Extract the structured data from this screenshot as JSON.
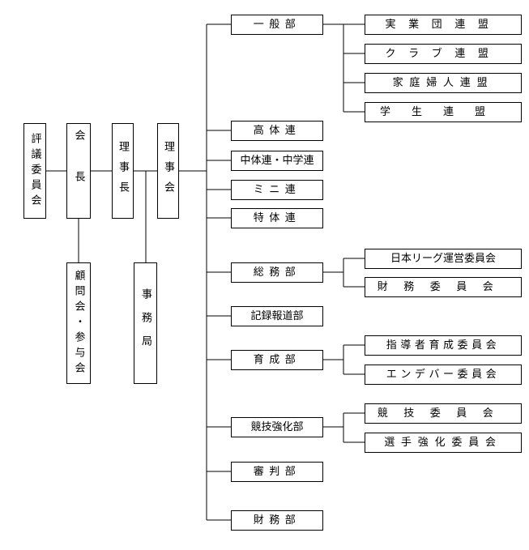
{
  "chart": {
    "hyogi": "評議委員会",
    "kaicho": "会長",
    "komon": "顧問会・参与会",
    "richo": "理事長",
    "jimu": "事務局",
    "rijikai": "理事会",
    "ippan": "一般部",
    "jitsugyo": "実業団連盟",
    "club": "クラブ連盟",
    "katei": "家庭婦人連盟",
    "gakusei": "学生連盟",
    "kotairen": "高体連",
    "chutairen": "中体連・中学連",
    "mini": "ミニ連",
    "tokutai": "特体連",
    "somu": "総務部",
    "nihonleague": "日本リーグ運営委員会",
    "zaimu_iinkai": "財務委員会",
    "kiroku": "記録報道部",
    "ikusei": "育成部",
    "shido": "指導者育成委員会",
    "endeavor": "エンデバー委員会",
    "kyogi_kyoka": "競技強化部",
    "kyogi_iinkai": "競技委員会",
    "senshu": "選手強化委員会",
    "shinpan": "審判部",
    "zaimubu": "財務部"
  }
}
